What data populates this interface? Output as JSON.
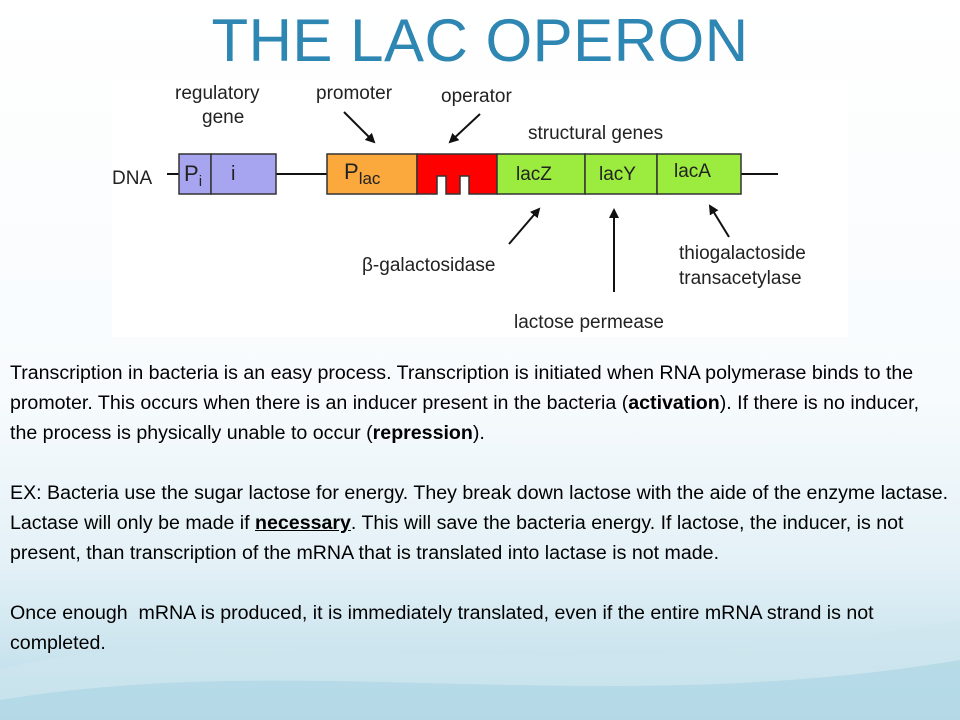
{
  "title": "THE LAC OPERON",
  "diagram": {
    "labels": {
      "regulatory_gene_line1": "regulatory",
      "regulatory_gene_line2": "gene",
      "promoter": "promoter",
      "operator": "operator",
      "structural_genes": "structural genes",
      "dna": "DNA",
      "beta_galactosidase": "β-galactosidase",
      "lactose_permease": "lactose permease",
      "thiogalactoside_line1": "thiogalactoside",
      "thiogalactoside_line2": "transacetylase"
    },
    "segments": {
      "pi_main": "P",
      "pi_sub": "i",
      "i": "i",
      "plac_main": "P",
      "plac_sub": "lac",
      "lacz": "lacZ",
      "lacy": "lacY",
      "laca": "lacA"
    },
    "colors": {
      "regulatory": "#a7a5ef",
      "promoter": "#fba93c",
      "operator": "#ff0000",
      "structural": "#9bec3e",
      "title": "#2e86b3"
    }
  },
  "paragraphs": {
    "p1_a": "Transcription in bacteria is an easy process. Transcription is initiated when RNA polymerase binds to the promoter. This occurs when there is an inducer present in the bacteria (",
    "p1_b": "activation",
    "p1_c": "). If there is no inducer, the process is physically unable to occur (",
    "p1_d": "repression",
    "p1_e": ").",
    "p2_a": "EX: Bacteria use the sugar lactose for energy. They break down lactose with the aide of the enzyme lactase. Lactase will only be made if ",
    "p2_b": "necessary",
    "p2_c": ". This will save the bacteria energy. If lactose, the inducer, is not present, than transcription of the mRNA that is translated into lactase is not made.",
    "p3": "Once enough  mRNA is produced, it is immediately translated, even if the entire mRNA strand is not completed."
  }
}
